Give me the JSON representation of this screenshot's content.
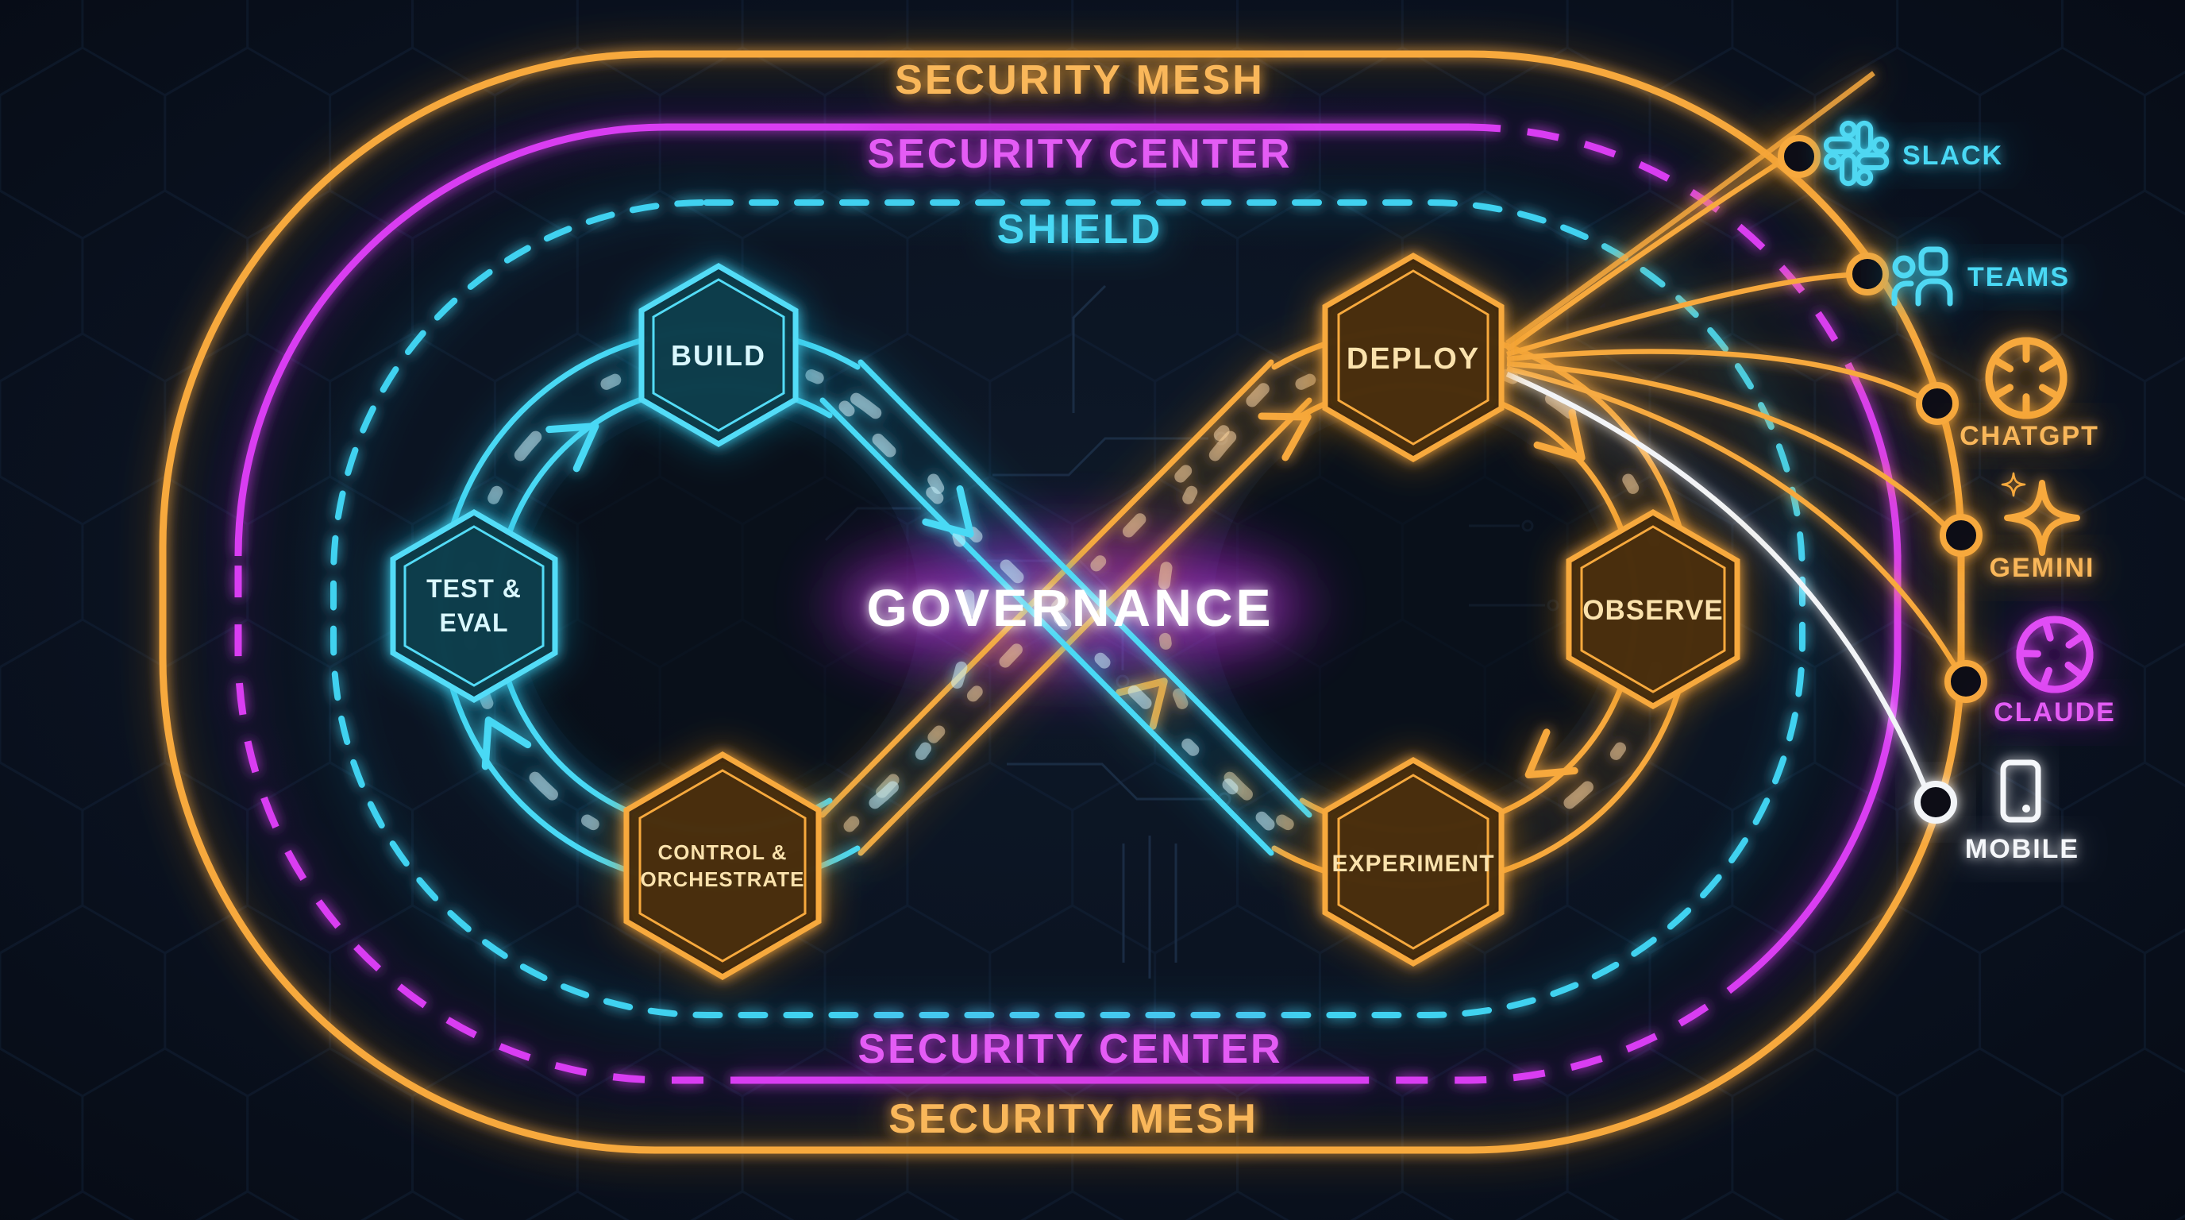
{
  "colors": {
    "background": "#0a1220",
    "orange": "#f7a93e",
    "magenta": "#d93ef2",
    "cyan": "#3fd2f0",
    "white": "#f5f7fa"
  },
  "rings": {
    "mesh_top": "SECURITY MESH",
    "center_top": "SECURITY CENTER",
    "shield": "SHIELD",
    "center_bottom": "SECURITY CENTER",
    "mesh_bottom": "SECURITY MESH"
  },
  "loop": {
    "governance": "GOVERNANCE"
  },
  "nodes": {
    "build": {
      "label": "BUILD"
    },
    "test_eval": {
      "line1": "TEST &",
      "line2": "EVAL"
    },
    "control_orchestrate": {
      "line1": "CONTROL &",
      "line2": "ORCHESTRATE"
    },
    "deploy": {
      "label": "DEPLOY"
    },
    "observe": {
      "label": "OBSERVE"
    },
    "experiment": {
      "label": "EXPERIMENT"
    }
  },
  "integrations": [
    {
      "label": "SLACK",
      "icon": "slack-icon",
      "color": "#3fd2f0"
    },
    {
      "label": "TEAMS",
      "icon": "teams-icon",
      "color": "#3fd2f0"
    },
    {
      "label": "CHATGPT",
      "icon": "chatgpt-icon",
      "color": "#f7a93e"
    },
    {
      "label": "GEMINI",
      "icon": "gemini-icon",
      "color": "#f7a93e"
    },
    {
      "label": "CLAUDE",
      "icon": "claude-icon",
      "color": "#d93ef2"
    },
    {
      "label": "MOBILE",
      "icon": "mobile-icon",
      "color": "#f5f7fa"
    }
  ]
}
